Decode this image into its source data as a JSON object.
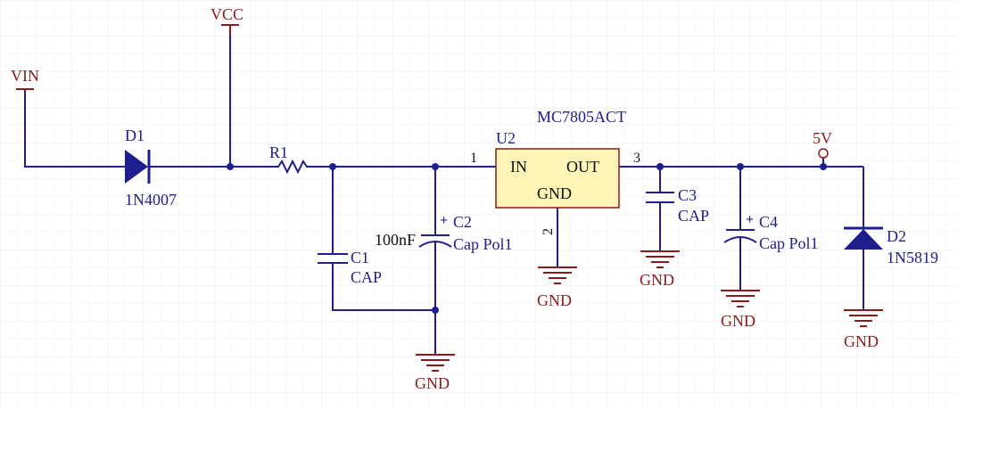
{
  "schematic": {
    "colors": {
      "grid": "#ececec",
      "wire": "#1e1e8c",
      "power": "#8b1a1a",
      "part_label": "#1e1e8c",
      "ic_fill": "#fdf4b5",
      "ic_border": "#8b1a1a",
      "pin_text": "#111111"
    },
    "power_ports": {
      "vin": "VIN",
      "vcc": "VCC",
      "out": "5V",
      "gnd": "GND"
    },
    "d1": {
      "ref": "D1",
      "value": "1N4007"
    },
    "r1": {
      "ref": "R1"
    },
    "c1": {
      "ref": "C1",
      "value": "CAP"
    },
    "c2": {
      "ref": "C2",
      "value": "Cap Pol1",
      "annotation": "100nF"
    },
    "u2": {
      "ref": "U2",
      "value": "MC7805ACT",
      "pin_in": "IN",
      "pin_out": "OUT",
      "pin_gnd": "GND",
      "pin1": "1",
      "pin2": "2",
      "pin3": "3"
    },
    "c3": {
      "ref": "C3",
      "value": "CAP"
    },
    "c4": {
      "ref": "C4",
      "value": "Cap Pol1"
    },
    "d2": {
      "ref": "D2",
      "value": "1N5819"
    },
    "polarity_mark": "+"
  }
}
